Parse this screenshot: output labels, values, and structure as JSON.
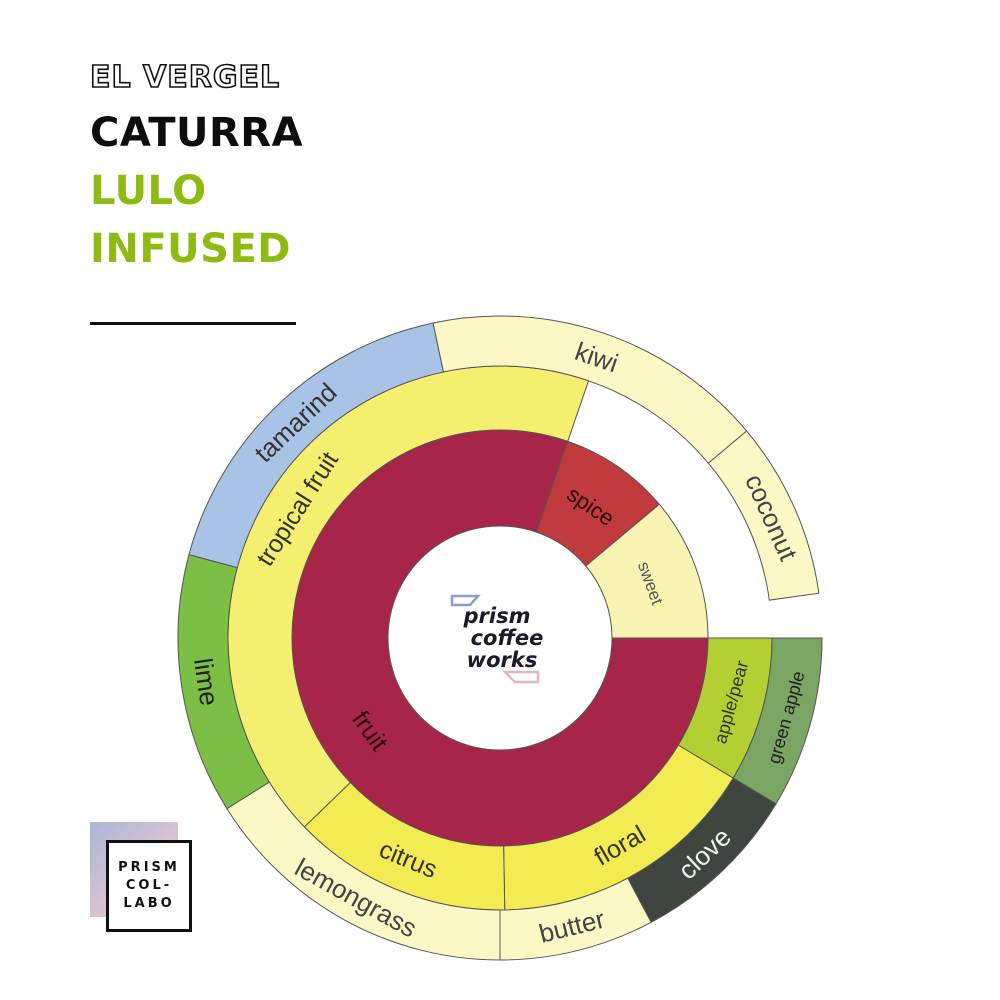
{
  "header": {
    "farm": "EL VERGEL",
    "variety": "CATURRA",
    "process_line1": "LULO",
    "process_line2": "INFUSED"
  },
  "center_logo": {
    "line1": "prism",
    "line2": "coffee",
    "line3": "works",
    "accent_colors": [
      "#8aa0c8",
      "#e3b6bd"
    ]
  },
  "badge": {
    "line1": "PRISM",
    "line2": "COL-",
    "line3": "LABO"
  },
  "chart_data": {
    "type": "sunburst",
    "title": "",
    "start_angle_deg": 0,
    "levels": [
      {
        "level": 1,
        "segments": [
          {
            "label": "fruit",
            "value": 289,
            "color": "#a8254a",
            "text_color": "#2a0a12"
          },
          {
            "label": "spice",
            "value": 31,
            "color": "#c03a3e",
            "text_color": "#2a0a0a"
          },
          {
            "label": "sweet",
            "value": 40,
            "color": "#f8f3b0",
            "text_color": "#555555"
          }
        ]
      },
      {
        "level": 2,
        "segments": [
          {
            "label": "apple/pear",
            "value": 31,
            "color": "#b3d033",
            "text_color": "#333333"
          },
          {
            "label": "spice",
            "value": 0,
            "color": "#c03a3e",
            "text_color": "#2a0a0a",
            "hidden": true
          },
          {
            "label": "sweet",
            "value": 0,
            "color": "#f8f3b0",
            "text_color": "#555555",
            "hidden": true
          },
          {
            "label": "floral",
            "value": 58,
            "color": "#f2ec52",
            "text_color": "#333333"
          },
          {
            "label": "citrus",
            "value": 47,
            "color": "#f2ec52",
            "text_color": "#333333"
          },
          {
            "label": "tropical fruit",
            "value": 153,
            "color": "#f5ef70",
            "text_color": "#333333"
          }
        ]
      },
      {
        "level": 3,
        "segments": [
          {
            "label": "green apple",
            "value": 31,
            "color": "#7aa562",
            "text_color": "#222222"
          },
          {
            "label": "clove",
            "value": 31,
            "color": "#3f4640",
            "text_color": "#f2f2f2"
          },
          {
            "label": "butter",
            "value": 28,
            "color": "#fbf8c6",
            "text_color": "#444444"
          },
          {
            "label": "lemongrass",
            "value": 58,
            "color": "#fbf8c6",
            "text_color": "#444444"
          },
          {
            "label": "lime",
            "value": 47,
            "color": "#7bbf45",
            "text_color": "#222222"
          },
          {
            "label": "tamarind",
            "value": 63,
            "color": "#a8c3e6",
            "text_color": "#333333"
          },
          {
            "label": "kiwi",
            "value": 62,
            "color": "#fbf8c6",
            "text_color": "#444444"
          },
          {
            "label": "coconut",
            "value": 32,
            "color": "#fbf8c6",
            "text_color": "#444444"
          }
        ]
      }
    ]
  }
}
